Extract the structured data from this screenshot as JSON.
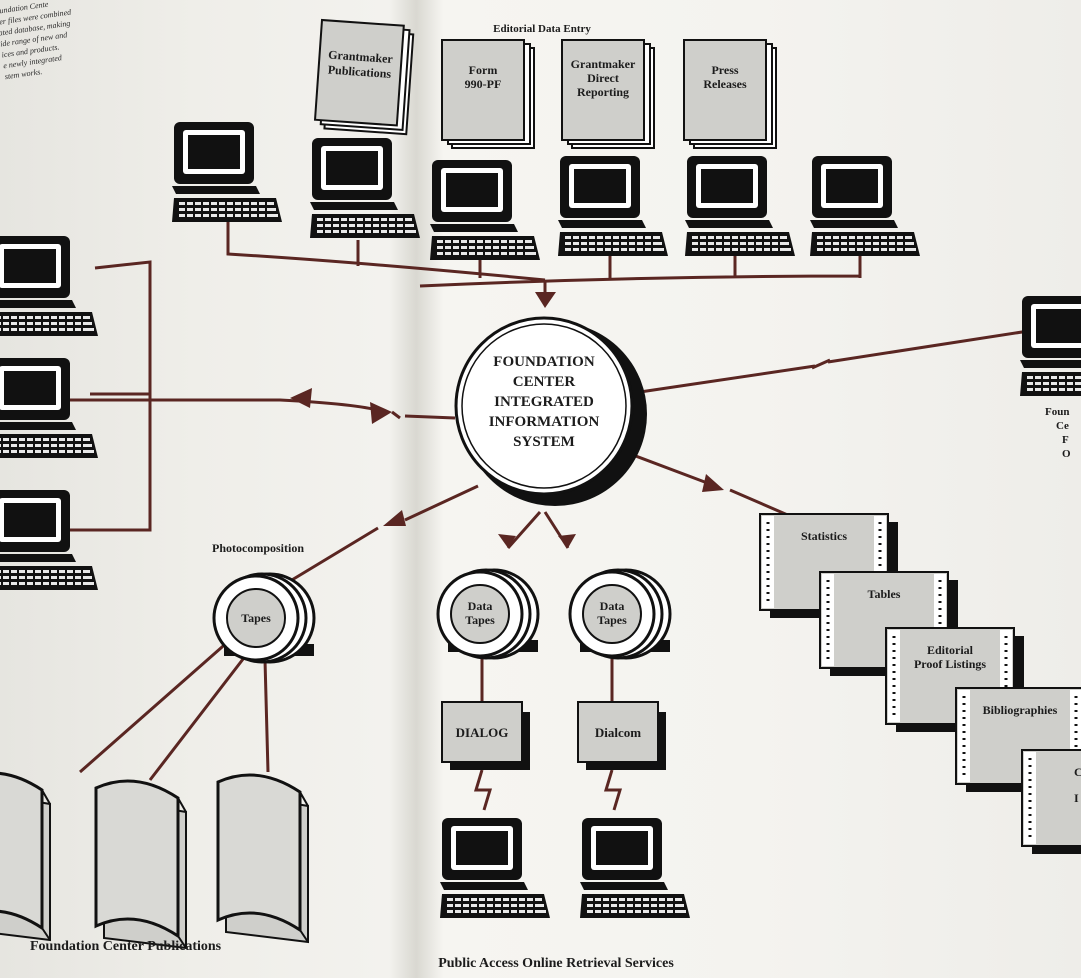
{
  "intro_text_lines": [
    "oundation Cente",
    "ter files were combined",
    "ated database, making",
    "ide range of new and",
    "ices and products.",
    "e newly integrated",
    "stem works."
  ],
  "top": {
    "editorial_data_entry": "Editorial Data Entry",
    "grantmaker_publications": [
      "Grantmaker",
      "Publications"
    ],
    "form_990pf": [
      "Form",
      "990-PF"
    ],
    "grantmaker_direct_reporting": [
      "Grantmaker",
      "Direct",
      "Reporting"
    ],
    "press_releases": [
      "Press",
      "Releases"
    ]
  },
  "center": {
    "lines": [
      "FOUNDATION",
      "CENTER",
      "INTEGRATED",
      "INFORMATION",
      "SYSTEM"
    ]
  },
  "right_partial_label": [
    "Foun",
    "Ce",
    "F",
    "O"
  ],
  "photocomposition": {
    "label": "Photocomposition",
    "tapes": "Tapes"
  },
  "data_tapes_1": [
    "Data",
    "Tapes"
  ],
  "data_tapes_2": [
    "Data",
    "Tapes"
  ],
  "dialog": "DIALOG",
  "dialcom": "Dialcom",
  "outputs": {
    "statistics": "Statistics",
    "tables": "Tables",
    "editorial_proof_listings": [
      "Editorial",
      "Proof Listings"
    ],
    "bibliographies": "Bibliographies",
    "partial": [
      "C",
      "I"
    ]
  },
  "foundation_center_publications": "Foundation Center Publications",
  "public_access": "Public Access Online Retrieval Services",
  "colors": {
    "line": "#5a2622",
    "ink": "#111111",
    "box": "#d2d2ce",
    "paper": "#f2f1ed"
  }
}
